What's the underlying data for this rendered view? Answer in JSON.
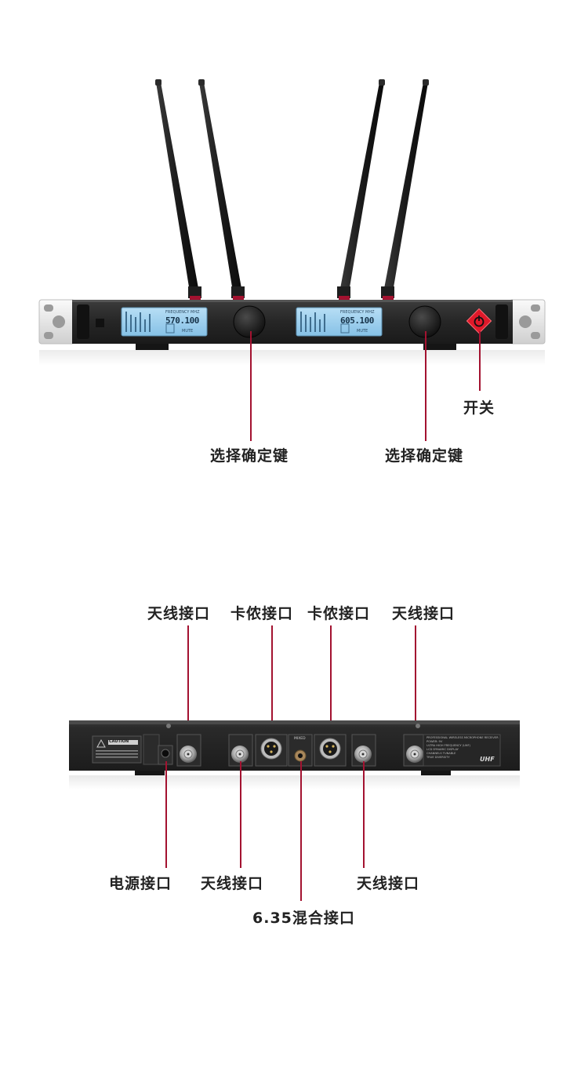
{
  "front": {
    "display_left": {
      "freq_caption": "FREQUENCY MHZ",
      "freq_value": "570.100",
      "mute_label": "MUTE"
    },
    "display_right": {
      "freq_caption": "FREQUENCY MHZ",
      "freq_value": "605.100",
      "mute_label": "MUTE"
    },
    "labels": {
      "power_switch": "开关",
      "select_key_left": "选择确定键",
      "select_key_right": "选择确定键"
    }
  },
  "rear": {
    "panel_text": {
      "caution": "CAUTION",
      "mix_caption": "MIXED",
      "uhf": "UHF",
      "spec_lines": [
        "PROFESSIONAL WIRELESS MICROPHONE RECEIVER",
        "POWER: 9V",
        "ULTRA HIGH FREQUENCY (UHF)",
        "LCD DYNAMIC DISPLAY",
        "CHANNELS TUNABLE",
        "TRUE DIVERSITY"
      ]
    },
    "labels": {
      "antenna_top_left": "天线接口",
      "xlr_left": "卡侬接口",
      "xlr_right": "卡侬接口",
      "antenna_top_right": "天线接口",
      "power_port": "电源接口",
      "antenna_bottom_left": "天线接口",
      "antenna_bottom_right": "天线接口",
      "mix_port": "6.35混合接口"
    }
  },
  "colors": {
    "leader": "#a31230",
    "panel": "#232323",
    "lcd": "#9fd0ef",
    "power": "#e0192a"
  }
}
